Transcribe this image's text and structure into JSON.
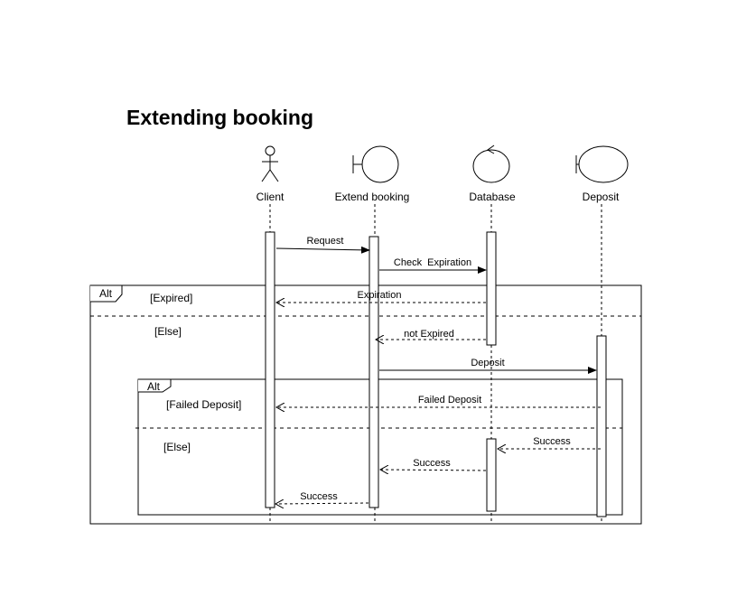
{
  "title": "Extending booking",
  "participants": [
    {
      "label": "Client",
      "kind": "actor"
    },
    {
      "label": "Extend booking",
      "kind": "boundary"
    },
    {
      "label": "Database",
      "kind": "control"
    },
    {
      "label": "Deposit",
      "kind": "boundary"
    }
  ],
  "messages": [
    {
      "label": "Request",
      "style": "solid"
    },
    {
      "label": "Check  Expiration",
      "style": "solid"
    },
    {
      "label": "Expiration",
      "style": "dashed"
    },
    {
      "label": "not Expired",
      "style": "dashed"
    },
    {
      "label": "Deposit",
      "style": "solid"
    },
    {
      "label": "Failed Deposit",
      "style": "dashed"
    },
    {
      "label": "Success",
      "style": "dashed"
    },
    {
      "label": "Success",
      "style": "dashed"
    },
    {
      "label": "Success",
      "style": "dashed"
    }
  ],
  "fragments": {
    "outer": {
      "tag": "Alt",
      "guard1": "[Expired]",
      "guard2": "[Else]"
    },
    "inner": {
      "tag": "Alt",
      "guard1": "[Failed Deposit]",
      "guard2": "[Else]"
    }
  }
}
